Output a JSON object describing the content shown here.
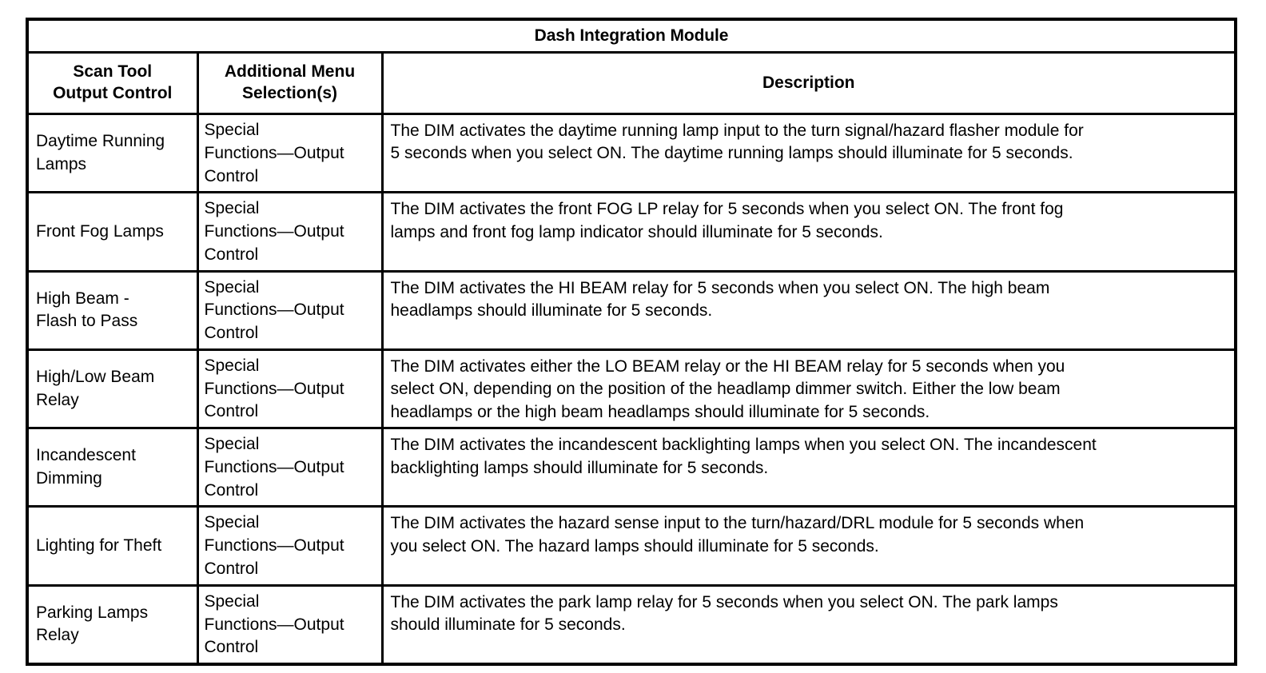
{
  "document": {
    "title": "Dash Integration Module"
  },
  "table": {
    "title": "Dash Integration Module",
    "columns": [
      {
        "key": "scan_tool_output_control",
        "lines": [
          "Scan Tool",
          "Output Control"
        ]
      },
      {
        "key": "additional_menu_selections",
        "lines": [
          "Additional Menu",
          "Selection(s)"
        ]
      },
      {
        "key": "description",
        "lines": [
          "Description"
        ]
      }
    ],
    "rows": [
      {
        "control_lines": [
          "Daytime Running",
          "Lamps"
        ],
        "control": "Daytime Running Lamps",
        "menu_lines": [
          "Special",
          "Functions—Output",
          "Control"
        ],
        "menu": "Special Functions—Output Control",
        "description_lines": [
          "The DIM activates the daytime running lamp input to the turn signal/hazard flasher module for",
          "5 seconds when you select ON. The daytime running lamps should illuminate for 5 seconds."
        ],
        "description": "The DIM activates the daytime running lamp input to the turn signal/hazard flasher module for 5 seconds when you select ON. The daytime running lamps should illuminate for 5 seconds."
      },
      {
        "control_lines": [
          "Front Fog Lamps"
        ],
        "control": "Front Fog Lamps",
        "menu_lines": [
          "Special",
          "Functions—Output",
          "Control"
        ],
        "menu": "Special Functions—Output Control",
        "description_lines": [
          "The DIM activates the front FOG LP relay for 5 seconds when you select ON. The front fog",
          "lamps and front fog lamp indicator should illuminate for 5 seconds."
        ],
        "description": "The DIM activates the front FOG LP relay for 5 seconds when you select ON. The front fog lamps and front fog lamp indicator should illuminate for 5 seconds."
      },
      {
        "control_lines": [
          "High Beam -",
          "Flash to Pass"
        ],
        "control": "High Beam - Flash to Pass",
        "menu_lines": [
          "Special",
          "Functions—Output",
          "Control"
        ],
        "menu": "Special Functions—Output Control",
        "description_lines": [
          "The DIM activates the HI BEAM relay for 5 seconds when you select ON. The high beam",
          "headlamps should illuminate for 5 seconds."
        ],
        "description": "The DIM activates the HI BEAM relay for 5 seconds when you select ON. The high beam headlamps should illuminate for 5 seconds."
      },
      {
        "control_lines": [
          "High/Low Beam",
          "Relay"
        ],
        "control": "High/Low Beam Relay",
        "menu_lines": [
          "Special",
          "Functions—Output",
          "Control"
        ],
        "menu": "Special Functions—Output Control",
        "description_lines": [
          "The DIM activates either the LO BEAM relay or the HI BEAM relay for 5 seconds when you",
          "select ON, depending on the position of the headlamp dimmer switch. Either the low beam",
          "headlamps or the high beam headlamps should illuminate for 5 seconds."
        ],
        "description": "The DIM activates either the LO BEAM relay or the HI BEAM relay for 5 seconds when you select ON, depending on the position of the headlamp dimmer switch. Either the low beam headlamps or the high beam headlamps should illuminate for 5 seconds."
      },
      {
        "control_lines": [
          "Incandescent",
          "Dimming"
        ],
        "control": "Incandescent Dimming",
        "menu_lines": [
          "Special",
          "Functions—Output",
          "Control"
        ],
        "menu": "Special Functions—Output Control",
        "description_lines": [
          "The DIM activates the incandescent backlighting lamps when you select ON. The incandescent",
          "backlighting lamps should illuminate for 5 seconds."
        ],
        "description": "The DIM activates the incandescent backlighting lamps when you select ON. The incandescent backlighting lamps should illuminate for 5 seconds."
      },
      {
        "control_lines": [
          "Lighting for Theft"
        ],
        "control": "Lighting for Theft",
        "menu_lines": [
          "Special",
          "Functions—Output",
          "Control"
        ],
        "menu": "Special Functions—Output Control",
        "description_lines": [
          "The DIM activates the hazard sense input to the turn/hazard/DRL module for 5 seconds when",
          "you select ON. The hazard lamps should illuminate for 5 seconds."
        ],
        "description": "The DIM activates the hazard sense input to the turn/hazard/DRL module for 5 seconds when you select ON. The hazard lamps should illuminate for 5 seconds."
      },
      {
        "control_lines": [
          "Parking Lamps",
          "Relay"
        ],
        "control": "Parking Lamps Relay",
        "menu_lines": [
          "Special",
          "Functions—Output",
          "Control"
        ],
        "menu": "Special Functions—Output Control",
        "description_lines": [
          "The DIM activates the park lamp relay for 5 seconds when you select ON. The park lamps",
          "should illuminate for 5 seconds."
        ],
        "description": "The DIM activates the park lamp relay for 5 seconds when you select ON. The park lamps should illuminate for 5 seconds."
      }
    ]
  },
  "colors": {
    "border": "#000000",
    "text": "#000000",
    "background": "#ffffff"
  }
}
